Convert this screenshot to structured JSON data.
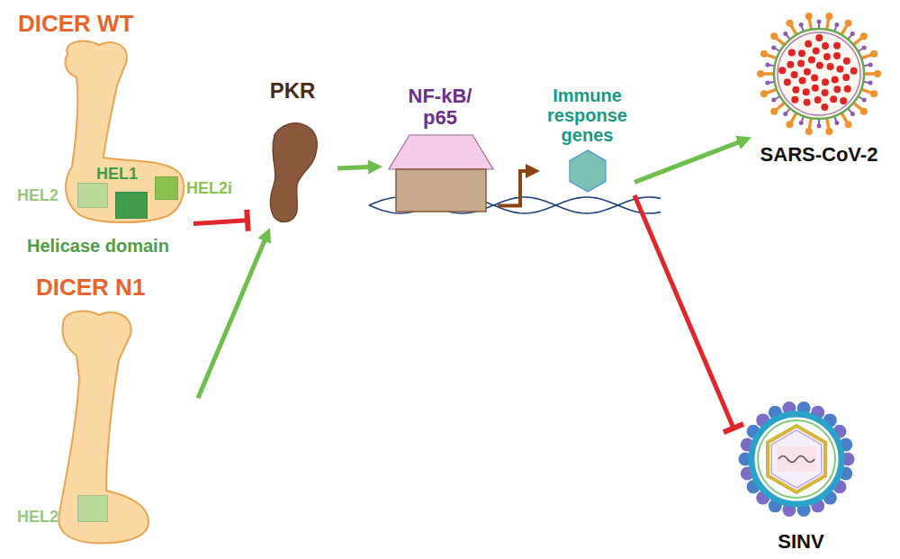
{
  "diagram": {
    "nodes": [
      {
        "text": [
          "DICER WT",
          "Helicase domain"
        ]
      },
      {
        "text": [
          "HEL1"
        ],
        "in": 0
      },
      {
        "text": [
          "HEL2"
        ],
        "in": 0
      },
      {
        "text": [
          "HEL2i"
        ],
        "in": 0
      },
      {
        "text": [
          "DICER N1"
        ]
      },
      {
        "text": [
          "HEL2"
        ],
        "in": 4
      },
      {
        "text": [
          "PKR"
        ]
      },
      {
        "text": [
          "NF-kB/ p65"
        ]
      },
      {
        "text": [
          "Immune response genes"
        ]
      },
      {
        "text": [
          "SARS-CoV-2"
        ]
      },
      {
        "text": [
          "SINV"
        ]
      }
    ],
    "edges": [
      {
        "from": 0,
        "to": 6,
        "arrow": "to"
      },
      {
        "from": 4,
        "to": 6,
        "arrow": "to"
      },
      {
        "from": 6,
        "to": 7,
        "arrow": "to"
      },
      {
        "from": 7,
        "to": 8,
        "arrow": "to"
      },
      {
        "from": 8,
        "to": 9,
        "arrow": "to"
      },
      {
        "from": 8,
        "to": 10,
        "arrow": "to"
      }
    ]
  }
}
